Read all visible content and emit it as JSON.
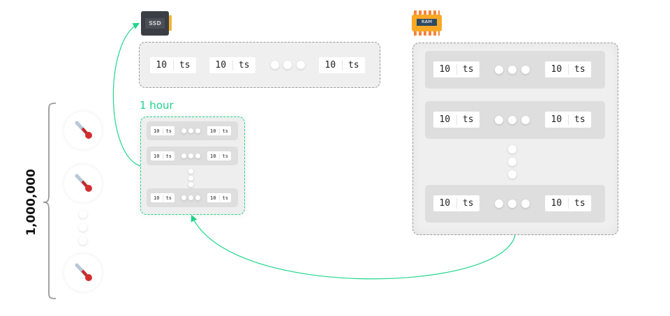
{
  "ssd": {
    "icon_label": "SSD",
    "cells": [
      {
        "value": "10",
        "unit": "ts"
      },
      {
        "value": "10",
        "unit": "ts"
      },
      {
        "value": "10",
        "unit": "ts"
      }
    ]
  },
  "hour": {
    "label": "1 hour",
    "cell": {
      "value": "10",
      "unit": "ts"
    }
  },
  "ram": {
    "icon_label": "RAM",
    "cell": {
      "value": "10",
      "unit": "ts"
    }
  },
  "sensors": {
    "count_label": "1,000,000"
  },
  "colors": {
    "accent": "#1fd68a",
    "box_border": "#999999",
    "row_bg": "#dedede"
  }
}
